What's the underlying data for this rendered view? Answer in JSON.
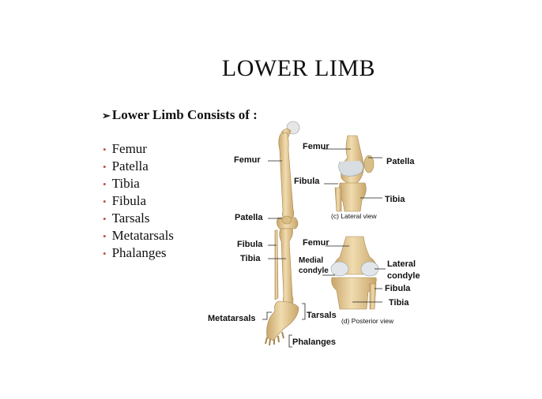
{
  "slide": {
    "title": "LOWER LIMB",
    "heading_marker": "➢",
    "heading": "Lower Limb Consists of :",
    "bullet_marker": "•",
    "bullets": [
      "Femur",
      "Patella",
      "Tibia",
      "Fibula",
      "Tarsals",
      "Metatarsals",
      "Phalanges"
    ]
  },
  "figure": {
    "left_labels": {
      "femur": "Femur",
      "patella": "Patella",
      "fibula": "Fibula",
      "tibia": "Tibia",
      "metatarsals": "Metatarsals",
      "tarsals": "Tarsals",
      "phalanges": "Phalanges"
    },
    "lateral": {
      "femur": "Femur",
      "patella": "Patella",
      "fibula": "Fibula",
      "tibia": "Tibia",
      "caption": "(c) Lateral view"
    },
    "posterior": {
      "femur": "Femur",
      "medial_1": "Medial",
      "medial_2": "condyle",
      "lateral_1": "Lateral",
      "lateral_2": "condyle",
      "fibula": "Fibula",
      "tibia": "Tibia",
      "caption": "(d) Posterior view"
    }
  },
  "colors": {
    "bone": "#e8d3a4",
    "bone_shade": "#c9a66a",
    "cartilage": "#d8dde2",
    "bullet": "#c0504d"
  }
}
